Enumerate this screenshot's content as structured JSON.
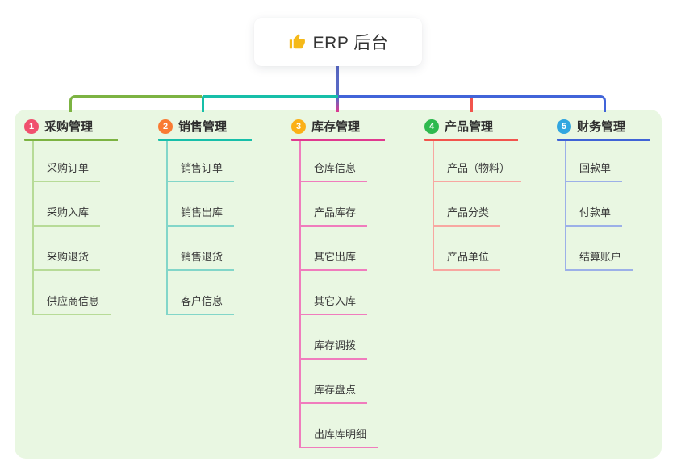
{
  "root": {
    "title": "ERP 后台",
    "icon": "thumbs-up-icon",
    "icon_color": "#f5b919"
  },
  "connectors": {
    "stem_color": "#5868c4",
    "right_rail_color": "#4164d9"
  },
  "panel_color": "#e9f7e2",
  "branches": [
    {
      "badge": "1",
      "label": "采购管理",
      "badge_color": "#f0506e",
      "line_color": "#7cb342",
      "child_line_color": "#b7db97",
      "children": [
        "采购订单",
        "采购入库",
        "采购退货",
        "供应商信息"
      ]
    },
    {
      "badge": "2",
      "label": "销售管理",
      "badge_color": "#f97b33",
      "line_color": "#17bfa9",
      "child_line_color": "#82d6c9",
      "children": [
        "销售订单",
        "销售出库",
        "销售退货",
        "客户信息"
      ]
    },
    {
      "badge": "3",
      "label": "库存管理",
      "badge_color": "#fbb017",
      "line_color": "#e0398f",
      "child_line_color": "#f07cbd",
      "children": [
        "仓库信息",
        "产品库存",
        "其它出库",
        "其它入库",
        "库存调拨",
        "库存盘点",
        "出库库明细"
      ]
    },
    {
      "badge": "4",
      "label": "产品管理",
      "badge_color": "#2eb94e",
      "line_color": "#f2544d",
      "child_line_color": "#f8a7a1",
      "children": [
        "产品（物料）",
        "产品分类",
        "产品单位"
      ]
    },
    {
      "badge": "5",
      "label": "财务管理",
      "badge_color": "#32a6e0",
      "line_color": "#3f63d6",
      "child_line_color": "#9cb0e8",
      "children": [
        "回款单",
        "付款单",
        "结算账户"
      ]
    }
  ]
}
